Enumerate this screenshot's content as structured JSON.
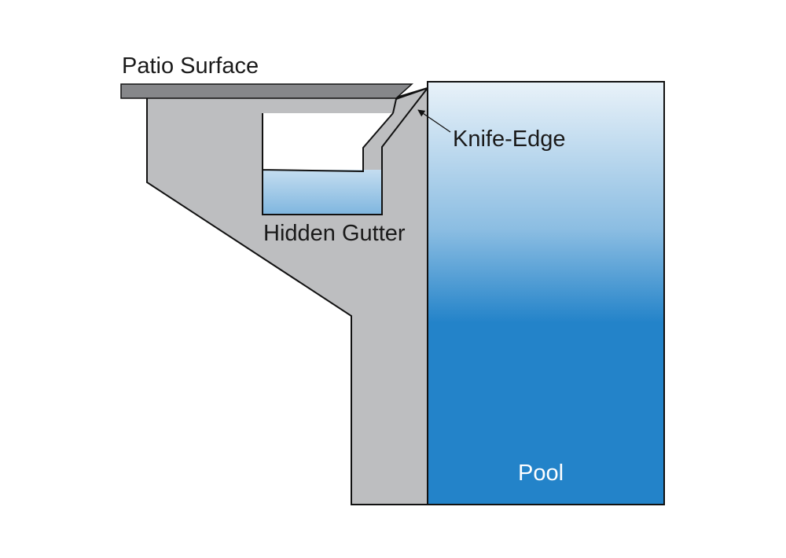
{
  "labels": {
    "patio": "Patio Surface",
    "knife_edge": "Knife-Edge",
    "gutter": "Hidden Gutter",
    "pool": "Pool"
  },
  "colors": {
    "background": "#ffffff",
    "outline": "#111111",
    "concrete": "#bdbec0",
    "patio_surface": "#86878a",
    "water_light": "#e9f2f9",
    "water_mid": "#8bbde2",
    "water_deep": "#2383c9",
    "gutter_water_top": "#c4ddf0",
    "gutter_water_bottom": "#7fb6df",
    "text_dark": "#1a1a1a",
    "text_light": "#ffffff"
  }
}
